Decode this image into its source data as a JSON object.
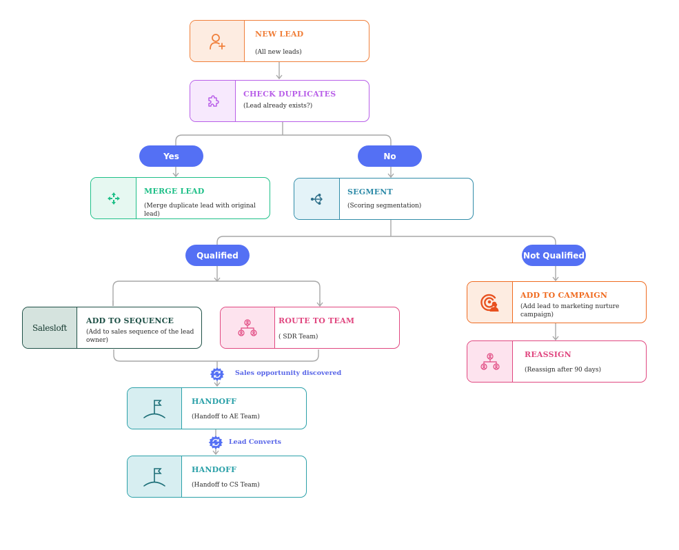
{
  "colors": {
    "connector": "#a7a7a7",
    "pill": "#5470f4",
    "orange": "#f07f3a",
    "purple": "#b85ee8",
    "green": "#1dbf87",
    "blue": "#2f8ba8",
    "dark_green": "#1d4f45",
    "pink": "#e0467f",
    "teal": "#2aa0a8"
  },
  "nodes": {
    "new_lead": {
      "title": "NEW LEAD",
      "subtitle": "(All new leads)",
      "icon": "user-plus-icon"
    },
    "check_duplicates": {
      "title": "CHECK DUPLICATES",
      "subtitle": "(Lead already exists?)",
      "icon": "puzzle-icon"
    },
    "merge_lead": {
      "title": "MERGE LEAD",
      "subtitle": "(Merge duplicate lead with original lead)",
      "icon": "merge-arrows-icon"
    },
    "segment": {
      "title": "SEGMENT",
      "subtitle": "(Scoring segmentation)",
      "icon": "split-arrows-icon"
    },
    "add_to_sequence": {
      "title": "ADD TO SEQUENCE",
      "subtitle": "(Add to sales sequence of the lead owner)",
      "logo": "Salesloft"
    },
    "route_to_team": {
      "title": "ROUTE TO TEAM",
      "subtitle": "( SDR Team)",
      "icon": "team-network-icon"
    },
    "add_to_campaign": {
      "title": "ADD TO CAMPAIGN",
      "subtitle": "(Add lead to marketing nurture campaign)",
      "icon": "target-user-icon"
    },
    "reassign": {
      "title": "REASSIGN",
      "subtitle": "(Reassign after 90 days)",
      "icon": "team-network-icon"
    },
    "handoff_ae": {
      "title": "HANDOFF",
      "subtitle": "(Handoff to AE Team)",
      "icon": "flag-icon"
    },
    "handoff_cs": {
      "title": "HANDOFF",
      "subtitle": "(Handoff to CS Team)",
      "icon": "flag-icon"
    }
  },
  "pills": {
    "yes": "Yes",
    "no": "No",
    "qualified": "Qualified",
    "not_qualified": "Not Qualified"
  },
  "badges": {
    "sales_opportunity": "Sales opportunity discovered",
    "lead_converts": "Lead Converts"
  }
}
